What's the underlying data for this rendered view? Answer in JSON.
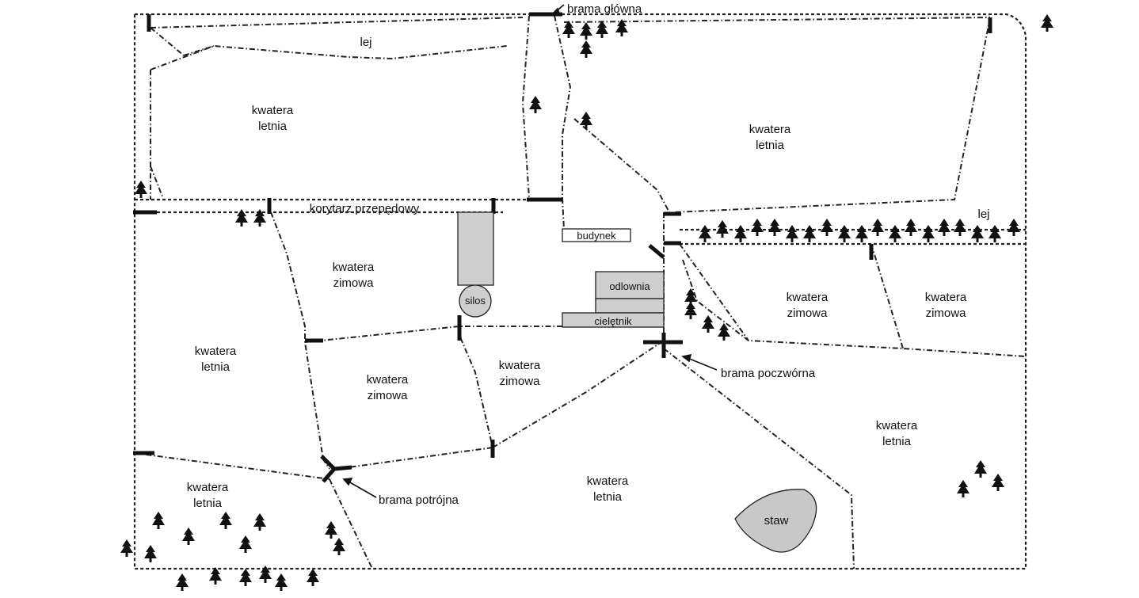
{
  "labels": {
    "brama_glowna": "brama główna",
    "lej_top": "lej",
    "lej_right": "lej",
    "korytarz": "korytarz przepędowy",
    "budynek": "budynek",
    "silos": "silos",
    "odlownia": "odlownia",
    "cieletnik": "cielętnik",
    "brama_poczworna": "brama poczwórna",
    "brama_potrojna": "brama potrójna",
    "staw": "staw",
    "kwatera": "kwatera",
    "letnia": "letnia",
    "zimowa": "zimowa"
  },
  "colors": {
    "line": "#222222",
    "building_fill": "#cfcfcf",
    "pond_fill": "#c8c8c8",
    "tree": "#111111"
  },
  "icons": {
    "tree": "conifer-tree-icon",
    "deciduous": "deciduous-tree-icon"
  }
}
